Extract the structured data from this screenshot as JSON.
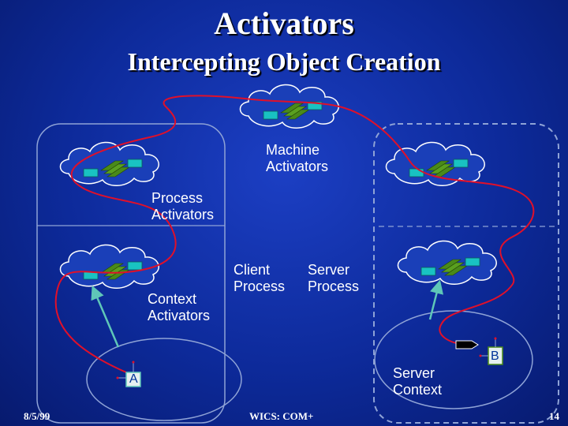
{
  "title": "Activators",
  "subtitle": "Intercepting Object Creation",
  "labels": {
    "machine_activators": [
      "Machine",
      "Activators"
    ],
    "process_activators": [
      "Process",
      "Activators"
    ],
    "context_activators": [
      "Context",
      "Activators"
    ],
    "client_process": [
      "Client",
      "Process"
    ],
    "server_process": [
      "Server",
      "Process"
    ],
    "server_context": [
      "Server",
      "Context"
    ]
  },
  "objects": {
    "a": "A",
    "b": "B"
  },
  "footer": {
    "date": "8/5/99",
    "center": "WICS: COM+",
    "page": "14"
  },
  "colors": {
    "background": "#0d2a9a",
    "cloud": "#1a3fb8",
    "cloud_outline": "#ffffff",
    "activator_cyan": "#19c2c2",
    "activator_green": "#4a8a1a",
    "path_red": "#e0102a",
    "boundary_gray": "#8fa3d6",
    "arrow_teal": "#5fc7b8"
  }
}
